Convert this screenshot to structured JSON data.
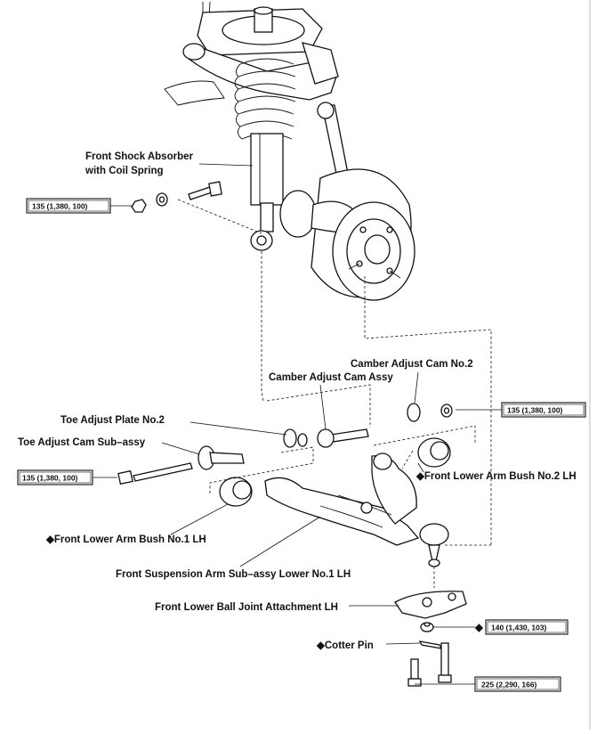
{
  "labels": {
    "shock_line1": "Front Shock Absorber",
    "shock_line2": "with Coil Spring",
    "cam2": "Camber Adjust Cam No.2",
    "cam_assy": "Camber Adjust Cam Assy",
    "toe_plate": "Toe Adjust Plate No.2",
    "toe_cam": "Toe Adjust Cam Sub–assy",
    "bush2": "Front Lower Arm Bush No.2 LH",
    "bush1": "Front Lower Arm Bush No.1 LH",
    "arm": "Front Suspension Arm Sub–assy Lower No.1 LH",
    "balljoint": "Front Lower Ball Joint Attachment LH",
    "cotter": "Cotter Pin"
  },
  "marks": {
    "non_reusable": "◆"
  },
  "torques": {
    "shock_nut": "135 (1,380, 100)",
    "cam_nut": "135 (1,380, 100)",
    "toe_bolt": "135 (1,380, 100)",
    "ball_nut": "140 (1,430, 103)",
    "attach_bolts": "225 (2,290, 166)"
  }
}
